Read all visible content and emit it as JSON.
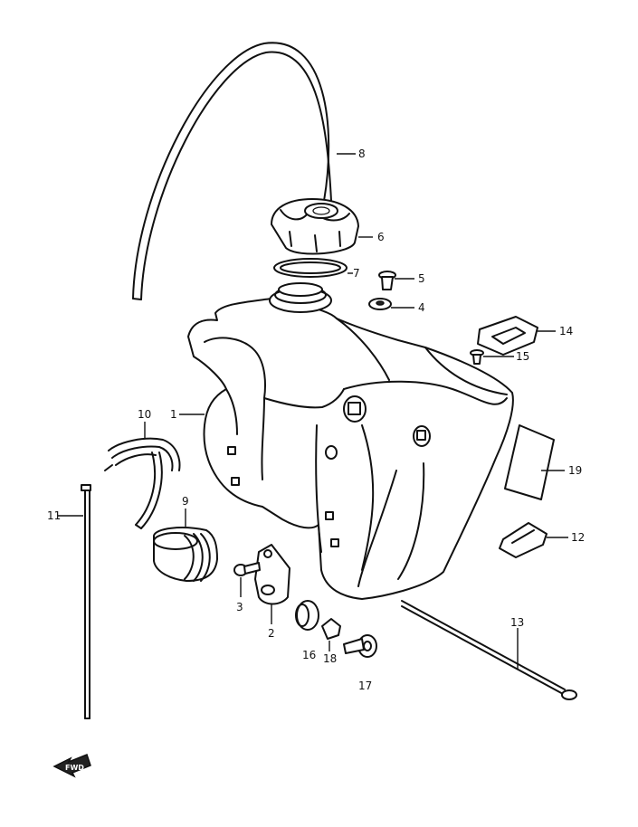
{
  "diagram": {
    "callouts": [
      {
        "id": "c1",
        "text": "1"
      },
      {
        "id": "c2",
        "text": "2"
      },
      {
        "id": "c3",
        "text": "3"
      },
      {
        "id": "c4",
        "text": "4"
      },
      {
        "id": "c5",
        "text": "5"
      },
      {
        "id": "c6",
        "text": "6"
      },
      {
        "id": "c7",
        "text": "7"
      },
      {
        "id": "c8",
        "text": "8"
      },
      {
        "id": "c9",
        "text": "9"
      },
      {
        "id": "c10",
        "text": "10"
      },
      {
        "id": "c11",
        "text": "11"
      },
      {
        "id": "c12",
        "text": "12"
      },
      {
        "id": "c13",
        "text": "13"
      },
      {
        "id": "c14",
        "text": "14"
      },
      {
        "id": "c15",
        "text": "15"
      },
      {
        "id": "c16",
        "text": "16"
      },
      {
        "id": "c17",
        "text": "17"
      },
      {
        "id": "c18",
        "text": "18"
      },
      {
        "id": "c19",
        "text": "19"
      }
    ],
    "direction_marker": "FWD"
  }
}
